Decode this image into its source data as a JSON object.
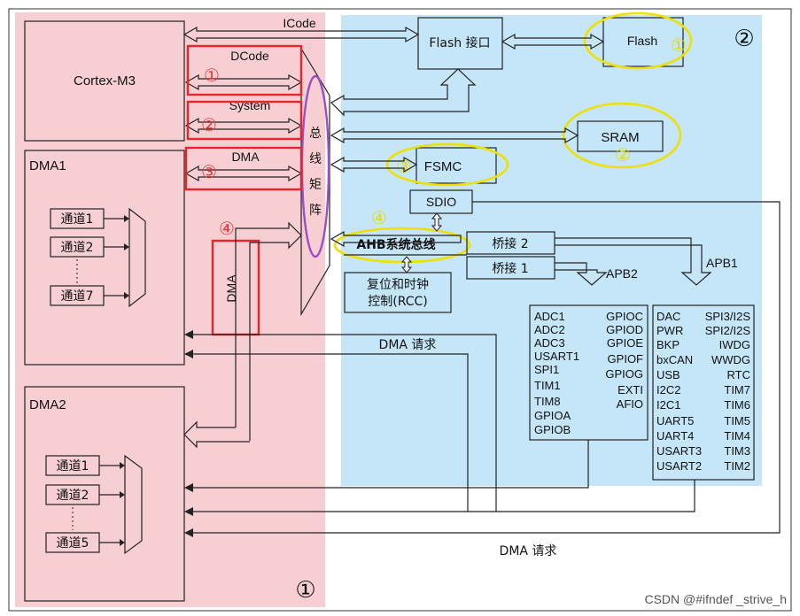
{
  "regions": {
    "left_marker": "①",
    "right_marker": "②"
  },
  "cortex": {
    "label": "Cortex-M3"
  },
  "buses": {
    "icode": "ICode",
    "dcode": "DCode",
    "system": "System",
    "dma": "DMA"
  },
  "bus_matrix": {
    "label": "总线矩阵",
    "chars": [
      "总",
      "线",
      "矩",
      "阵"
    ]
  },
  "flash_interface": {
    "label": "Flash 接口"
  },
  "flash": {
    "label": "Flash"
  },
  "sram": {
    "label": "SRAM"
  },
  "fsmc": {
    "label": "FSMC"
  },
  "sdio": {
    "label": "SDIO"
  },
  "ahb": {
    "label": "AHB系统总线"
  },
  "bridge2": {
    "label": "桥接 2"
  },
  "bridge1": {
    "label": "桥接 1"
  },
  "rcc": {
    "line1": "复位和时钟",
    "line2": "控制(RCC)"
  },
  "apb2": {
    "label": "APB2",
    "col1": [
      "ADC1",
      "ADC2",
      "ADC3",
      "USART1",
      "SPI1",
      "TIM1",
      "TIM8",
      "GPIOA",
      "GPIOB"
    ],
    "col2": [
      "GPIOC",
      "GPIOD",
      "GPIOE",
      "GPIOF",
      "GPIOG",
      "EXTI",
      "AFIO"
    ]
  },
  "apb1": {
    "label": "APB1",
    "col1": [
      "DAC",
      "PWR",
      "BKP",
      "bxCAN",
      "USB",
      "I2C2",
      "I2C1",
      "UART5",
      "UART4",
      "USART3",
      "USART2"
    ],
    "col2": [
      "SPI3/I2S",
      "SPI2/I2S",
      "IWDG",
      "WWDG",
      "RTC",
      "TIM7",
      "TIM6",
      "TIM5",
      "TIM4",
      "TIM3",
      "TIM2"
    ]
  },
  "dma1": {
    "title": "DMA1",
    "channels": [
      "通道1",
      "通道2",
      "通道7"
    ]
  },
  "dma2": {
    "title": "DMA2",
    "channels": [
      "通道1",
      "通道2",
      "通道5"
    ]
  },
  "dma_vertical": {
    "label": "DMA"
  },
  "dma_request_1": "DMA 请求",
  "dma_request_2": "DMA 请求",
  "annotations": {
    "red": [
      "①",
      "②",
      "③",
      "④"
    ],
    "yellow": [
      "①",
      "②",
      "③",
      "④"
    ]
  },
  "watermark": "CSDN @#ifndef _strive_h",
  "colors": {
    "left_bg": "#f7cfd3",
    "right_bg": "#c4e6f8",
    "red_highlight": "#e8262a",
    "yellow_highlight": "#f0e000",
    "bus_matrix_outline": "#9a4fc7"
  }
}
